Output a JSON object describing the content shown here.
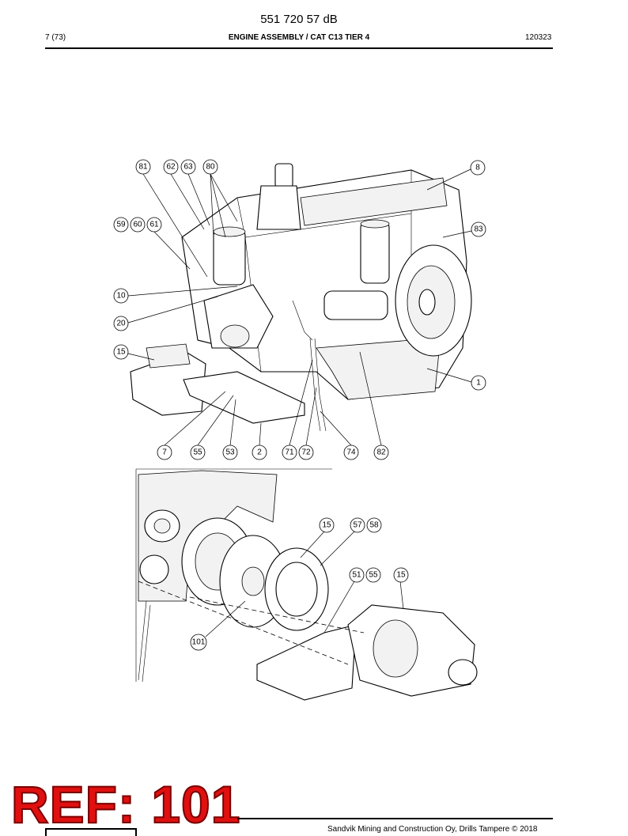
{
  "header": {
    "document_id": "551 720 57 dB",
    "page": "7 (73)",
    "title": "ENGINE ASSEMBLY / CAT C13 TIER 4",
    "code": "120323"
  },
  "callouts_top": [
    "81",
    "62",
    "63",
    "80",
    "8",
    "59",
    "60",
    "61",
    "83",
    "10",
    "20",
    "15",
    "1",
    "7",
    "55",
    "53",
    "2",
    "71",
    "72",
    "74",
    "82"
  ],
  "callouts_bottom": [
    "15",
    "57",
    "58",
    "51",
    "55",
    "15",
    "101"
  ],
  "stamp": "REF: 101",
  "footer": {
    "copyright": "Sandvik Mining and Construction Oy, Drills Tampere © 2018"
  }
}
